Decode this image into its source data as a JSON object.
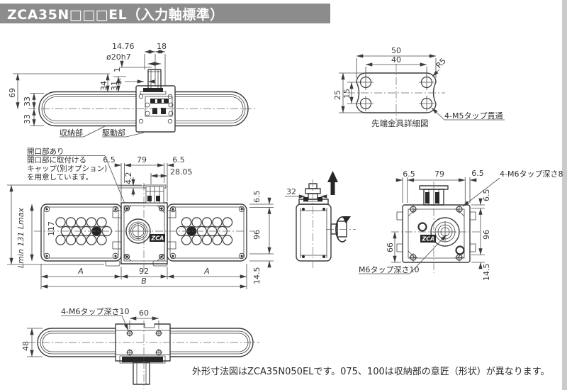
{
  "page": {
    "title": "ZCA35N□□□EL（入力軸標準）",
    "footer": "外形寸法図はZCA35N050ELです。075、100は収納部の意匠（形状）が異なります。"
  },
  "colors": {
    "title_bg": "#8c8c8c",
    "title_fg": "#ffffff",
    "line": "#3d3d3d",
    "edge_strip": "#cbcbcb"
  },
  "top_view": {
    "dim_14_76": "14.76",
    "dim_18": "18",
    "dim_shaft": "ø20h7",
    "dim_1": "1",
    "dim_34": "34",
    "dim_31": "31",
    "dim_6": "6",
    "dim_69": "69",
    "dim_33_upper": "33",
    "dim_33_lower": "33",
    "label_storage": "収納部",
    "label_drive": "駆動部"
  },
  "tip_detail": {
    "caption": "先端金具詳細図",
    "dim_50": "50",
    "dim_40": "40",
    "dim_25": "25",
    "dim_15": "15",
    "dim_r5": "R5",
    "label_tap": "4-M5タップ貫通"
  },
  "plan_view": {
    "note_line1": "開口部あり",
    "note_line2": "開口部に取付ける",
    "note_line3": "キャップ(別オプション)",
    "note_line4": "を用意しています。",
    "dim_6_5_left": "6.5",
    "dim_79": "79",
    "dim_6_5_right": "6.5",
    "dim_28_05": "28.05",
    "dim_4_2": "4.2",
    "dim_length": "Lmin 131 Lmax",
    "dim_117": "117",
    "dim_6_5_side": "6.5",
    "dim_96": "96",
    "dim_14_5": "14.5",
    "dim_A_left": "A",
    "dim_92": "92",
    "dim_A_right": "A",
    "dim_B": "B",
    "logo": "ZCA"
  },
  "side_view": {
    "dim_32": "32"
  },
  "end_view": {
    "dim_6_5_left": "6.5",
    "dim_79": "79",
    "dim_6_5_right": "6.5",
    "label_tap_corner": "4-M6タップ深さ8",
    "dim_6_5_side": "6.5",
    "dim_96": "96",
    "dim_14_5": "14.5",
    "dim_66": "66",
    "label_tap_center": "M6タップ深さ10",
    "logo": "ZCA"
  },
  "bottom_view": {
    "label_tap": "4-M6タップ深さ10",
    "dim_60": "60",
    "dim_48": "48"
  }
}
